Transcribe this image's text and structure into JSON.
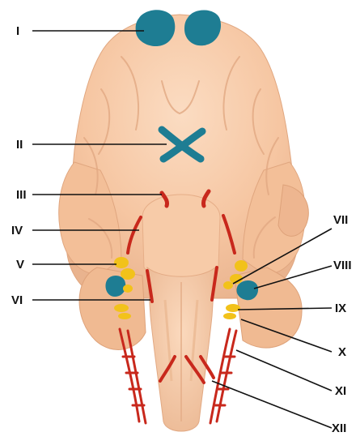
{
  "diagram": {
    "left_labels": [
      "I",
      "II",
      "III",
      "IV",
      "V",
      "VI"
    ],
    "right_labels": [
      "VII",
      "VIII",
      "IX",
      "X",
      "XI",
      "XII"
    ]
  },
  "colors": {
    "background": "#ffffff",
    "brain": "#f7c9a6",
    "brain_shadow": "#e8b08c",
    "brain_highlight": "#fbdcc2",
    "teal_nerve": "#1e7d93",
    "red_nerve": "#c8281c",
    "yellow_nerve": "#f2c21a",
    "leader_line": "#111111"
  }
}
